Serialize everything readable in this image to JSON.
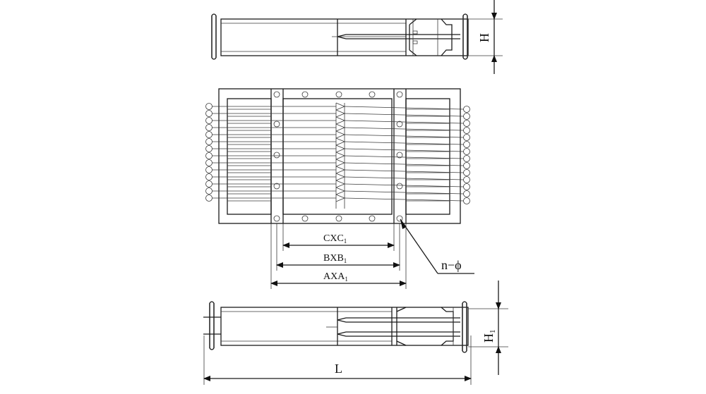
{
  "labels": {
    "dim_c": "CXC",
    "dim_c_sub": "1",
    "dim_b": "BXB",
    "dim_b_sub": "1",
    "dim_a": "AXA",
    "dim_a_sub": "1",
    "holes": "n−ϕ",
    "height_top": "H",
    "height_bottom": "H",
    "height_bottom_sub": "1",
    "length": "L"
  }
}
